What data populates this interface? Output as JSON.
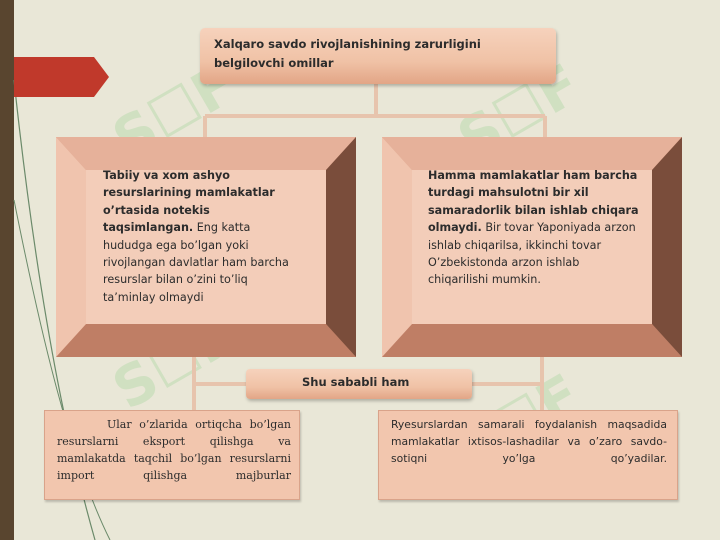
{
  "colors": {
    "background": "#e9e7d7",
    "left_bar": "#59452f",
    "accent_red": "#c0392b",
    "box_fill": "#f3cdb9",
    "box_edge_dark": "#7a4d3b"
  },
  "diagram": {
    "title": "Xalqaro savdo rivojlanishining zarurligini belgilovchi omillar",
    "left_box": {
      "bold": "Tabiiy va xom ashyo resurslarining mamlakatlar o’rtasida notekis taqsimlangan.",
      "normal": " Eng katta hududga ega bo’lgan yoki rivojlangan davlatlar ham barcha resurslar bilan o’zini to’liq ta’minlay olmaydi"
    },
    "right_box": {
      "bold": "Hamma mamlakatlar ham barcha turdagi mahsulotni bir xil samaradorlik bilan ishlab chiqara olmaydi.",
      "normal": " Bir tovar Yaponiyada arzon ishlab chiqarilsa, ikkinchi tovar O’zbekistonda arzon ishlab chiqarilishi mumkin."
    },
    "middle": "Shu sababli ham",
    "bottom_left": "Ular o’zlarida ortiqcha bo’lgan resurslarni eksport qilishga va mamlakatda taqchil bo’lgan resurslarni import qilishga majburlar",
    "bottom_right": "Ryesurslardan samarali foydalanish maqsadida mamlakatlar ixtisos-lashadilar va o’zaro savdo-sotiqni yo’lga qo’yadilar."
  }
}
